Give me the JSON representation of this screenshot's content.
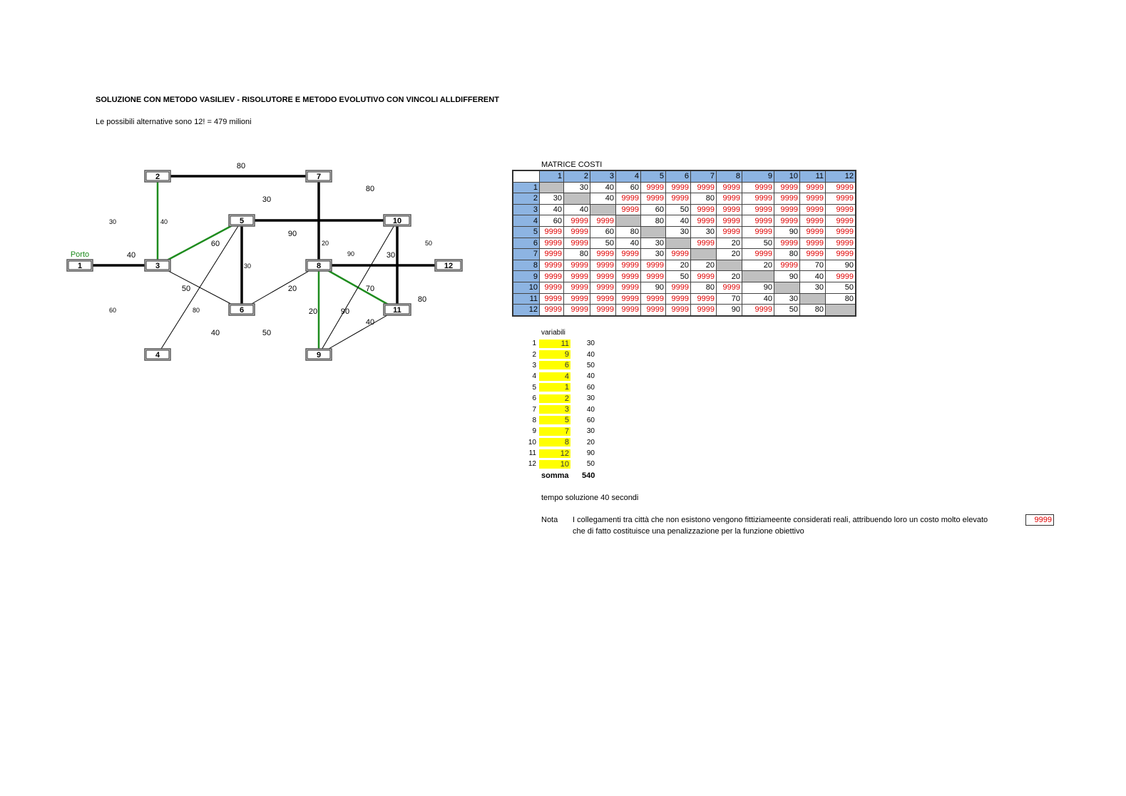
{
  "title": "SOLUZIONE CON METODO VASILIEV - RISOLUTORE E METODO EVOLUTIVO CON VINCOLI ALLDIFFERENT",
  "subtitle": "Le possibili alternative sono   12! = 479 milioni",
  "graph": {
    "port_label": "Porto",
    "port_color": "#1a8a1a",
    "solution_edge_color": "#1e8c1e",
    "nodes": [
      "1",
      "2",
      "3",
      "4",
      "5",
      "6",
      "7",
      "8",
      "9",
      "10",
      "11",
      "12"
    ],
    "edge_labels": [
      "80",
      "80",
      "30",
      "30",
      "40",
      "60",
      "90",
      "20",
      "90",
      "30",
      "50",
      "40",
      "30",
      "50",
      "20",
      "70",
      "80",
      "60",
      "80",
      "20",
      "90",
      "40",
      "40",
      "50"
    ]
  },
  "matrix": {
    "title": "MATRICE COSTI",
    "headers": [
      "1",
      "2",
      "3",
      "4",
      "5",
      "6",
      "7",
      "8",
      "9",
      "10",
      "11",
      "12"
    ],
    "penalty": "9999",
    "rows": [
      [
        "",
        "30",
        "40",
        "60",
        "9999",
        "9999",
        "9999",
        "9999",
        "9999",
        "9999",
        "9999",
        "9999"
      ],
      [
        "30",
        "",
        "40",
        "9999",
        "9999",
        "9999",
        "80",
        "9999",
        "9999",
        "9999",
        "9999",
        "9999"
      ],
      [
        "40",
        "40",
        "",
        "9999",
        "60",
        "50",
        "9999",
        "9999",
        "9999",
        "9999",
        "9999",
        "9999"
      ],
      [
        "60",
        "9999",
        "9999",
        "",
        "80",
        "40",
        "9999",
        "9999",
        "9999",
        "9999",
        "9999",
        "9999"
      ],
      [
        "9999",
        "9999",
        "60",
        "80",
        "",
        "30",
        "30",
        "9999",
        "9999",
        "90",
        "9999",
        "9999"
      ],
      [
        "9999",
        "9999",
        "50",
        "40",
        "30",
        "",
        "9999",
        "20",
        "50",
        "9999",
        "9999",
        "9999"
      ],
      [
        "9999",
        "80",
        "9999",
        "9999",
        "30",
        "9999",
        "",
        "20",
        "9999",
        "80",
        "9999",
        "9999"
      ],
      [
        "9999",
        "9999",
        "9999",
        "9999",
        "9999",
        "20",
        "20",
        "",
        "20",
        "9999",
        "70",
        "90"
      ],
      [
        "9999",
        "9999",
        "9999",
        "9999",
        "9999",
        "50",
        "9999",
        "20",
        "",
        "90",
        "40",
        "9999"
      ],
      [
        "9999",
        "9999",
        "9999",
        "9999",
        "90",
        "9999",
        "80",
        "9999",
        "90",
        "",
        "30",
        "50"
      ],
      [
        "9999",
        "9999",
        "9999",
        "9999",
        "9999",
        "9999",
        "9999",
        "70",
        "40",
        "30",
        "",
        "80"
      ],
      [
        "9999",
        "9999",
        "9999",
        "9999",
        "9999",
        "9999",
        "9999",
        "90",
        "9999",
        "50",
        "80",
        ""
      ]
    ]
  },
  "variables": {
    "header": "variabili",
    "rows": [
      {
        "i": "1",
        "v": "11",
        "c": "30"
      },
      {
        "i": "2",
        "v": "9",
        "c": "40"
      },
      {
        "i": "3",
        "v": "6",
        "c": "50"
      },
      {
        "i": "4",
        "v": "4",
        "c": "40"
      },
      {
        "i": "5",
        "v": "1",
        "c": "60"
      },
      {
        "i": "6",
        "v": "2",
        "c": "30"
      },
      {
        "i": "7",
        "v": "3",
        "c": "40"
      },
      {
        "i": "8",
        "v": "5",
        "c": "60"
      },
      {
        "i": "9",
        "v": "7",
        "c": "30"
      },
      {
        "i": "10",
        "v": "8",
        "c": "20"
      },
      {
        "i": "11",
        "v": "12",
        "c": "90"
      },
      {
        "i": "12",
        "v": "10",
        "c": "50"
      }
    ],
    "sum_label": "somma",
    "sum_value": "540"
  },
  "tempo": "tempo soluzione 40 secondi",
  "nota": {
    "label": "Nota",
    "line1": "I collegamenti tra città che non esistono vengono fittiziameente considerati reali, attribuendo loro un costo molto elevato",
    "line2": "che di fatto costituisce una penalizzazione per la funzione obiettivo",
    "value": "9999"
  }
}
